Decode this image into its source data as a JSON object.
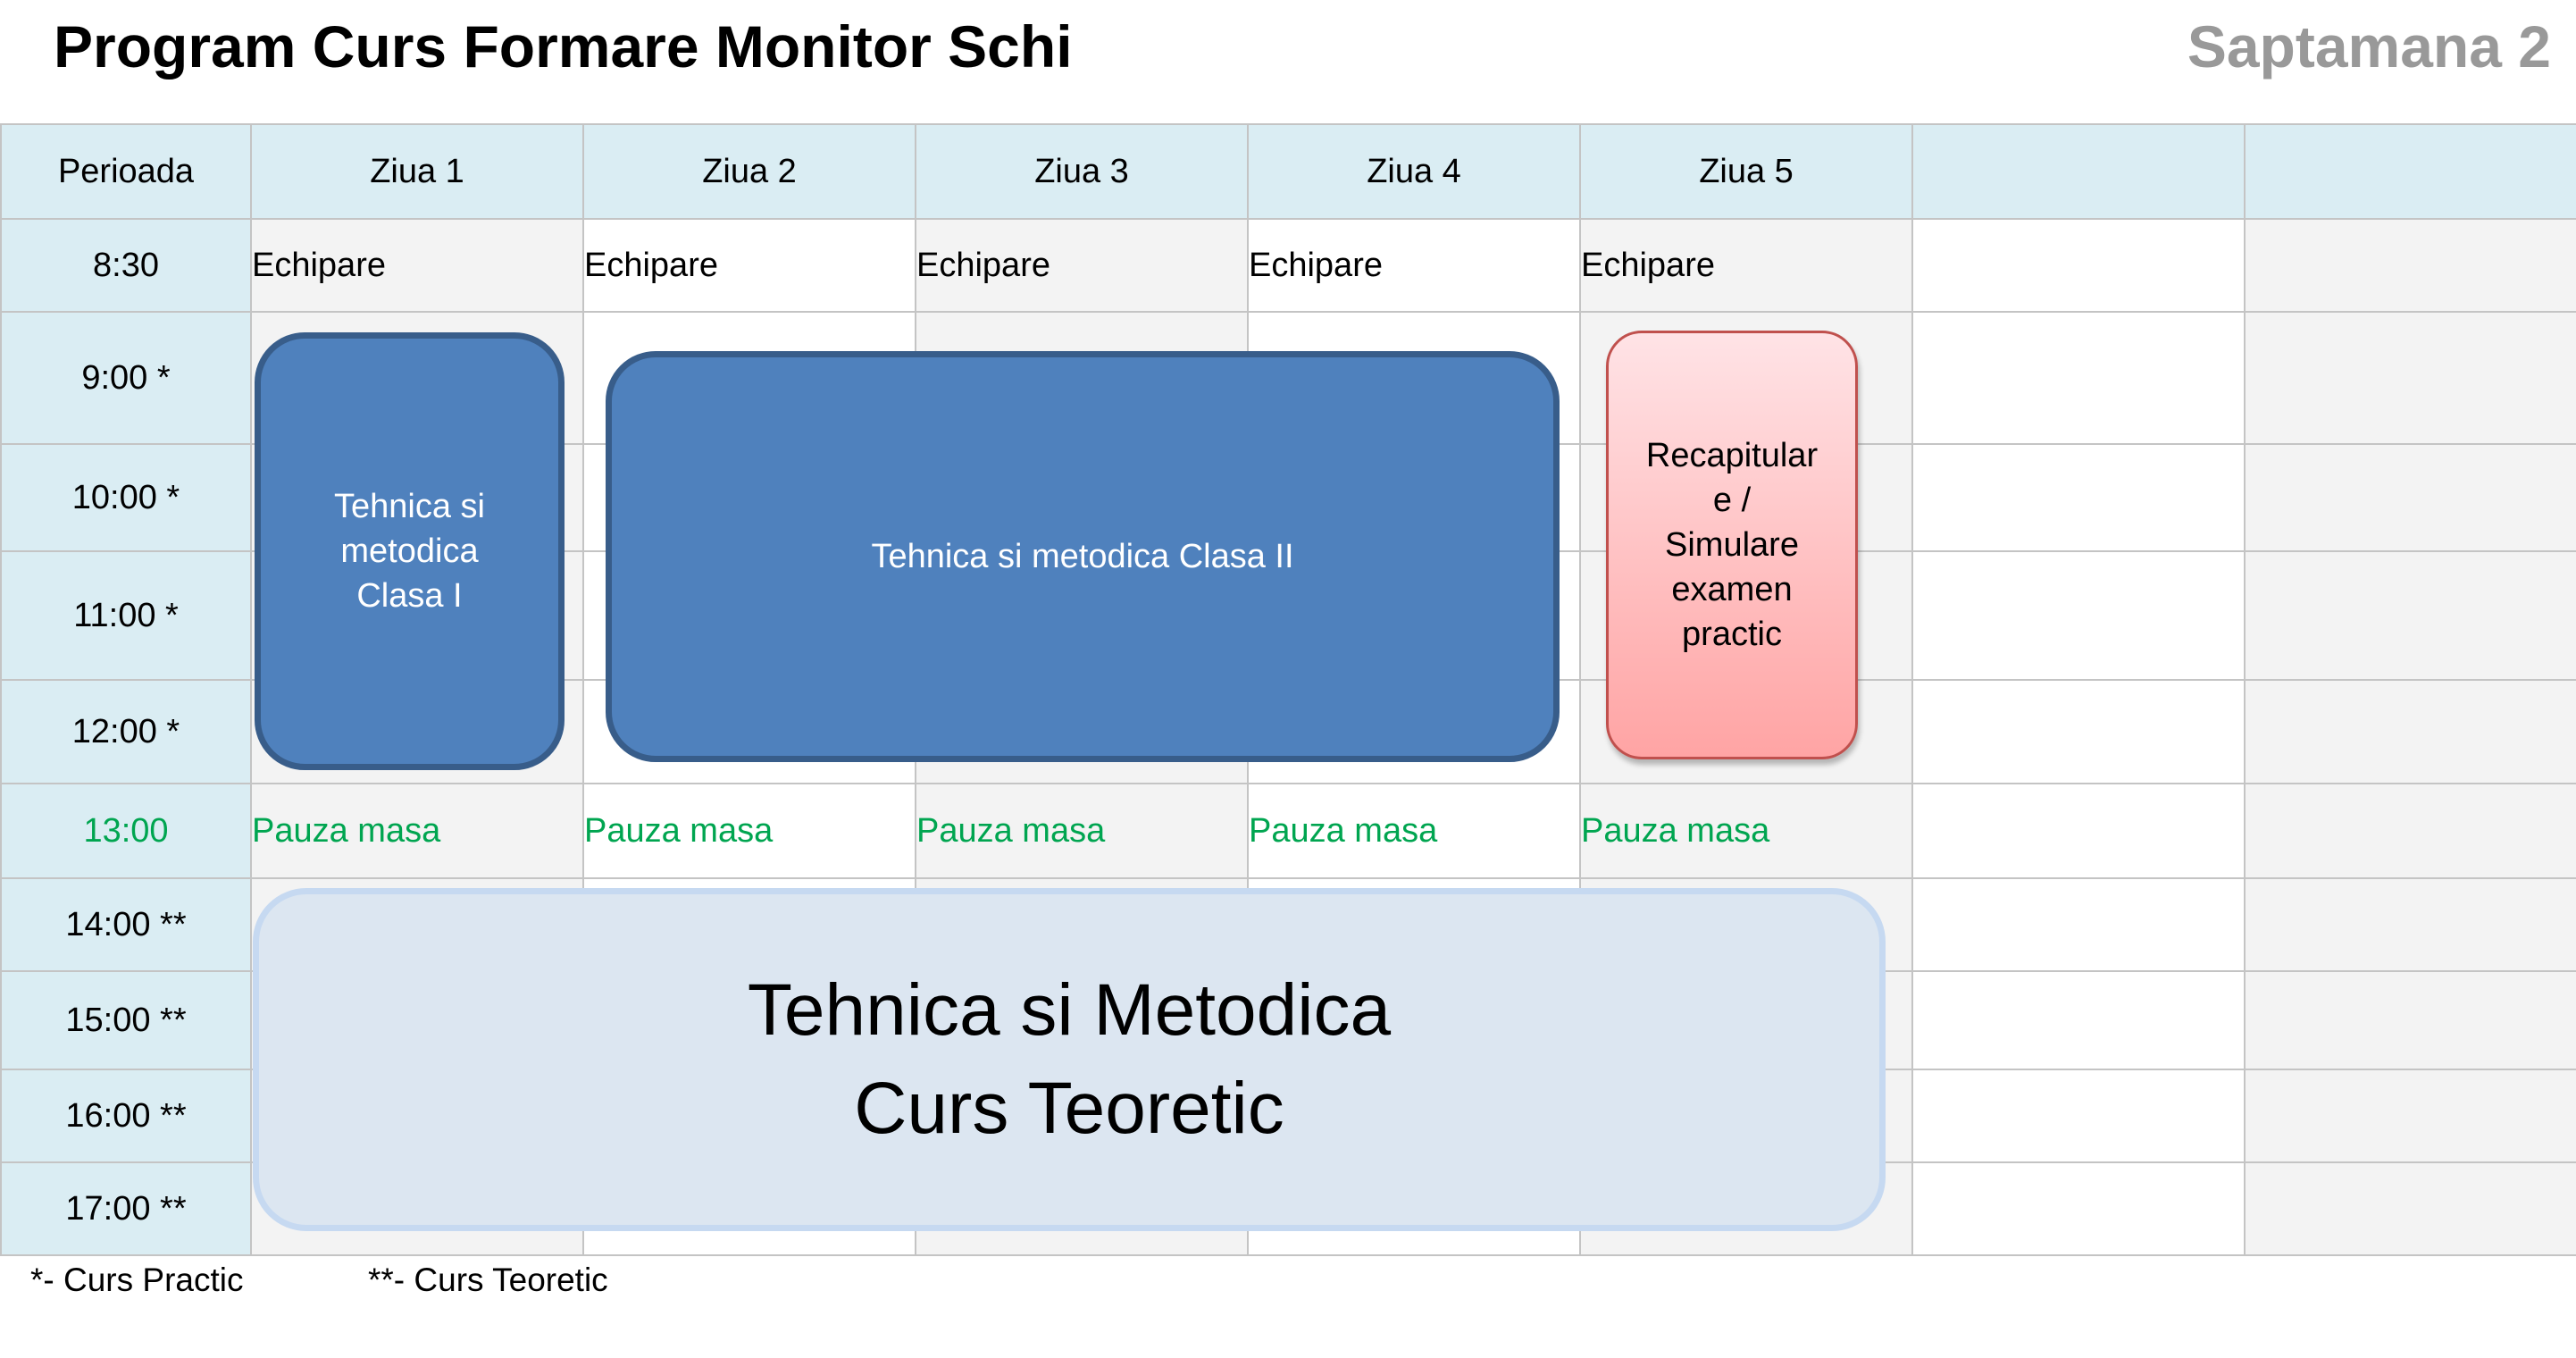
{
  "header": {
    "title": "Program Curs Formare Monitor Schi",
    "week": "Saptamana 2"
  },
  "table": {
    "columns": [
      "Perioada",
      "Ziua 1",
      "Ziua 2",
      "Ziua 3",
      "Ziua 4",
      "Ziua 5",
      "",
      ""
    ],
    "periods": [
      "8:30",
      "9:00 *",
      "10:00 *",
      "11:00 *",
      "12:00 *",
      "13:00",
      "14:00 **",
      "15:00 **",
      "16:00 **",
      "17:00 **"
    ],
    "row_830": [
      "Echipare",
      "Echipare",
      "Echipare",
      "Echipare",
      "Echipare"
    ],
    "row_1300": [
      "Pauza masa",
      "Pauza masa",
      "Pauza masa",
      "Pauza masa",
      "Pauza masa"
    ]
  },
  "blocks": {
    "day1": "Tehnica si\nmetodica\nClasa I",
    "days2to4": "Tehnica si metodica Clasa II",
    "day5": "Recapitular\ne /\nSimulare\nexamen\npractic",
    "afternoon": "Tehnica si Metodica\nCurs Teoretic"
  },
  "legend": {
    "practic": "*- Curs Practic",
    "teoretic": "**- Curs Teoretic"
  },
  "colors": {
    "header_bg": "#daedf3",
    "block_dark": "#4f81bd",
    "block_light": "#dce6f1",
    "break_text": "#00a550",
    "week_text": "#999999"
  }
}
